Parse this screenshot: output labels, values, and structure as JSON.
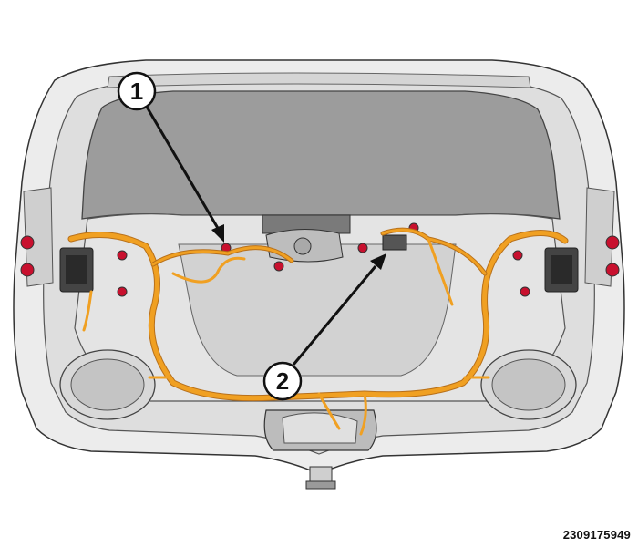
{
  "figure": {
    "id": "2309175949"
  },
  "callouts": [
    {
      "label": "1"
    },
    {
      "label": "2"
    }
  ],
  "colors": {
    "harness": "#f0a022",
    "harness_edge": "#b8701a",
    "panel_light": "#e9e9e9",
    "panel_mid": "#c9c9c9",
    "panel_dark": "#9a9a9a",
    "glass": "#9c9c9c",
    "fastener": "#c8102e",
    "outline": "#333333"
  }
}
